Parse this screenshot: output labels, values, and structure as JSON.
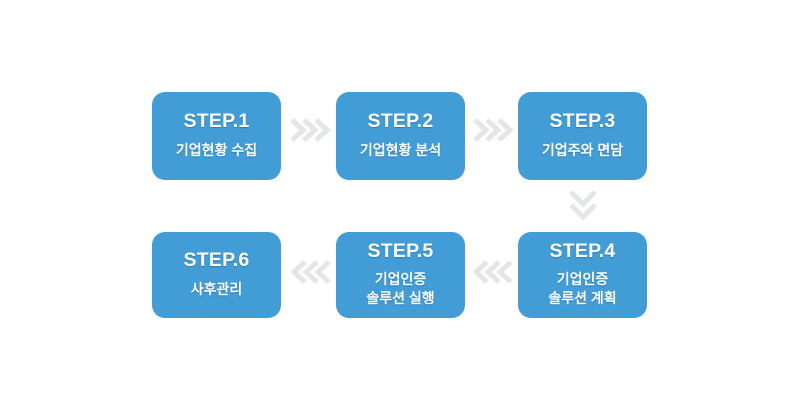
{
  "diagram": {
    "type": "process-flow",
    "title_visible": false,
    "background_color": "#ffffff",
    "box_color": "#429cd6",
    "text_color": "#ffffff",
    "arrow_color": "#e2e4e6",
    "layout": "two-rows-serpentine",
    "steps": [
      {
        "id": "step1",
        "title": "STEP.1",
        "label": "기업현황 수집",
        "row": 1,
        "column": 1
      },
      {
        "id": "step2",
        "title": "STEP.2",
        "label": "기업현황 분석",
        "row": 1,
        "column": 2
      },
      {
        "id": "step3",
        "title": "STEP.3",
        "label": "기업주와 면담",
        "row": 1,
        "column": 3
      },
      {
        "id": "step4",
        "title": "STEP.4",
        "label": "기업인증\n솔루션 계획",
        "row": 2,
        "column": 3
      },
      {
        "id": "step5",
        "title": "STEP.5",
        "label": "기업인증\n솔루션 실행",
        "row": 2,
        "column": 2
      },
      {
        "id": "step6",
        "title": "STEP.6",
        "label": "사후관리",
        "row": 2,
        "column": 1
      }
    ],
    "connectors": [
      {
        "id": "arrow-1-2",
        "icon": "chevron-right-triple-icon",
        "direction": "right",
        "from": "step1",
        "to": "step2",
        "chevrons": 3
      },
      {
        "id": "arrow-2-3",
        "icon": "chevron-right-triple-icon",
        "direction": "right",
        "from": "step2",
        "to": "step3",
        "chevrons": 3
      },
      {
        "id": "arrow-3-4",
        "icon": "chevron-down-double-icon",
        "direction": "down",
        "from": "step3",
        "to": "step4",
        "chevrons": 2
      },
      {
        "id": "arrow-4-5",
        "icon": "chevron-left-triple-icon",
        "direction": "left",
        "from": "step4",
        "to": "step5",
        "chevrons": 3
      },
      {
        "id": "arrow-5-6",
        "icon": "chevron-left-triple-icon",
        "direction": "left",
        "from": "step5",
        "to": "step6",
        "chevrons": 3
      }
    ]
  }
}
